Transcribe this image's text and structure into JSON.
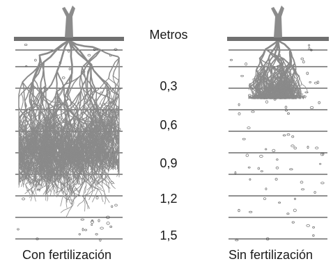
{
  "scale_labels": [
    "Metros",
    "0,3",
    "0,6",
    "0,9",
    "1,2",
    "1,5"
  ],
  "panels": [
    {
      "caption": "Con fertilización",
      "root_extent_m": 1.4
    },
    {
      "caption": "Sin fertilización",
      "root_extent_m": 0.45
    }
  ],
  "colors": {
    "soil_surface": "#707070",
    "root": "#8a8a8a",
    "stem": "#8c8c8c",
    "line": "#222222",
    "pebble": "#777777"
  }
}
